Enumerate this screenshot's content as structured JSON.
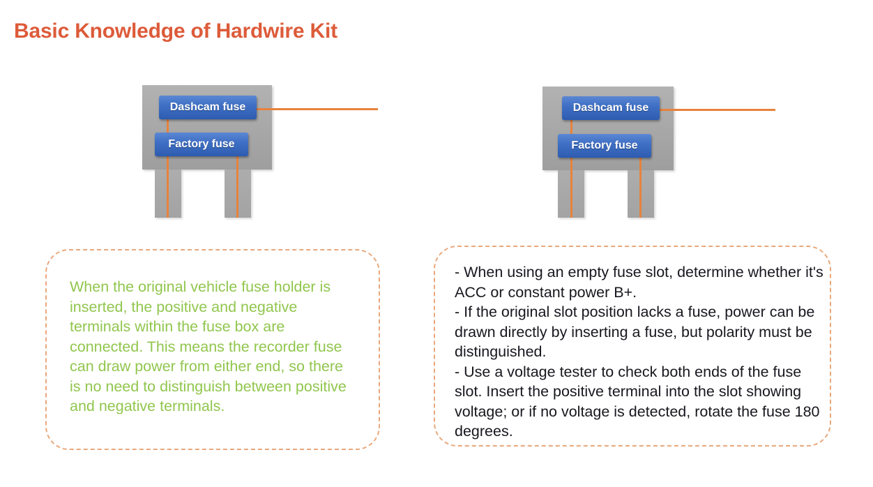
{
  "slide": {
    "title": "Basic Knowledge of Hardwire Kit",
    "title_color": "#DD5B3A",
    "background_color": "#FFFFFF"
  },
  "diagrams": [
    {
      "id": "left-fuse-box-diagram",
      "dashcam_fuse_label": "Dashcam fuse",
      "factory_fuse_label": "Factory fuse",
      "housing_color": "#A9A9A9",
      "fuse_color": "#3F6FC4",
      "wire_color": "#E8823C"
    },
    {
      "id": "right-fuse-box-diagram",
      "dashcam_fuse_label": "Dashcam fuse",
      "factory_fuse_label": "Factory fuse",
      "housing_color": "#A9A9A9",
      "fuse_color": "#3F6FC4",
      "wire_color": "#E8823C"
    }
  ],
  "notes": {
    "left": {
      "text": "When the original vehicle fuse holder is inserted, the positive and negative terminals within the fuse box are connected. This means the recorder fuse can draw power from either end, so there is no need to distinguish between positive and negative terminals.",
      "text_color": "#91C64E",
      "border_color": "#E8A87C"
    },
    "right": {
      "text": "- When using an empty fuse slot, determine whether it's ACC or constant power B+.\n- If the original slot position lacks a fuse, power can be drawn directly by inserting a fuse, but polarity must be distinguished.\n- Use a voltage tester to check both ends of the fuse slot. Insert the positive terminal into the slot showing voltage; or if no voltage is detected, rotate the fuse 180 degrees.",
      "text_color": "#17171F",
      "border_color": "#E8A87C"
    }
  }
}
